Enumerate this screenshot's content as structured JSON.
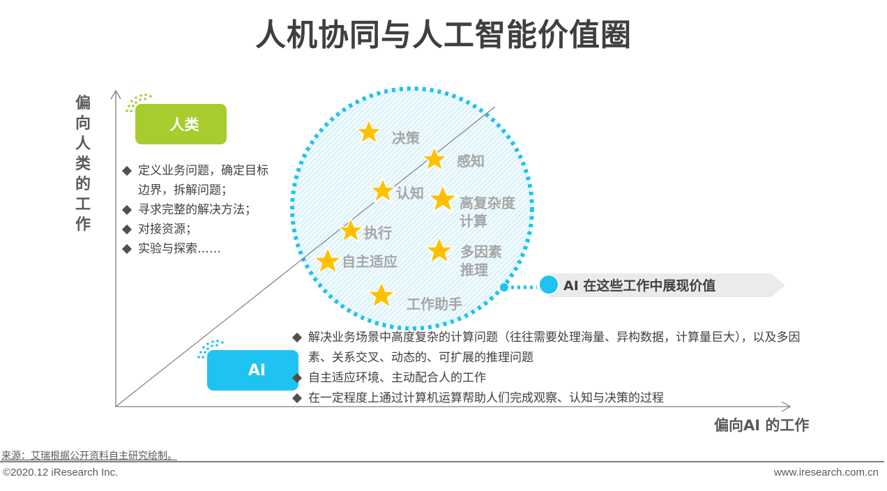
{
  "title": "人机协同与人工智能价值圈",
  "axes": {
    "y_label": "偏向人类的工作",
    "x_label": "偏向AI 的工作"
  },
  "human": {
    "tag": "人类",
    "color": "#a6cc2e",
    "bullets": [
      "定义业务问题，确定目标边界，拆解问题；",
      "寻求完整的解决方法；",
      "对接资源；",
      "实验与探索……"
    ]
  },
  "ai": {
    "tag": "AI",
    "color": "#1fc3f1",
    "bullets": [
      "解决业务场景中高度复杂的计算问题（往往需要处理海量、异构数据，计算量巨大），以及多因素、关系交叉、动态的、可扩展的推理问题",
      "自主适应环境、主动配合人的工作",
      "在一定程度上通过计算机运算帮助人们完成观察、认知与决策的过程"
    ]
  },
  "circle": {
    "border_color": "#1fc3f1",
    "star_color": "#ffc000",
    "items": [
      {
        "label": "决策"
      },
      {
        "label": "感知"
      },
      {
        "label": "认知"
      },
      {
        "label": "高复杂度计算",
        "line1": "高复杂度",
        "line2": "计算"
      },
      {
        "label": "执行"
      },
      {
        "label": "多因素推理",
        "line1": "多因素",
        "line2": "推理"
      },
      {
        "label": "自主适应"
      },
      {
        "label": "工作助手"
      }
    ]
  },
  "callout": {
    "text": "AI 在这些工作中展现价值"
  },
  "footer": {
    "source": "来源：艾瑞根据公开资料自主研究绘制。",
    "copyright": "©2020.12 iResearch Inc.",
    "website": "www.iresearch.com.cn"
  }
}
